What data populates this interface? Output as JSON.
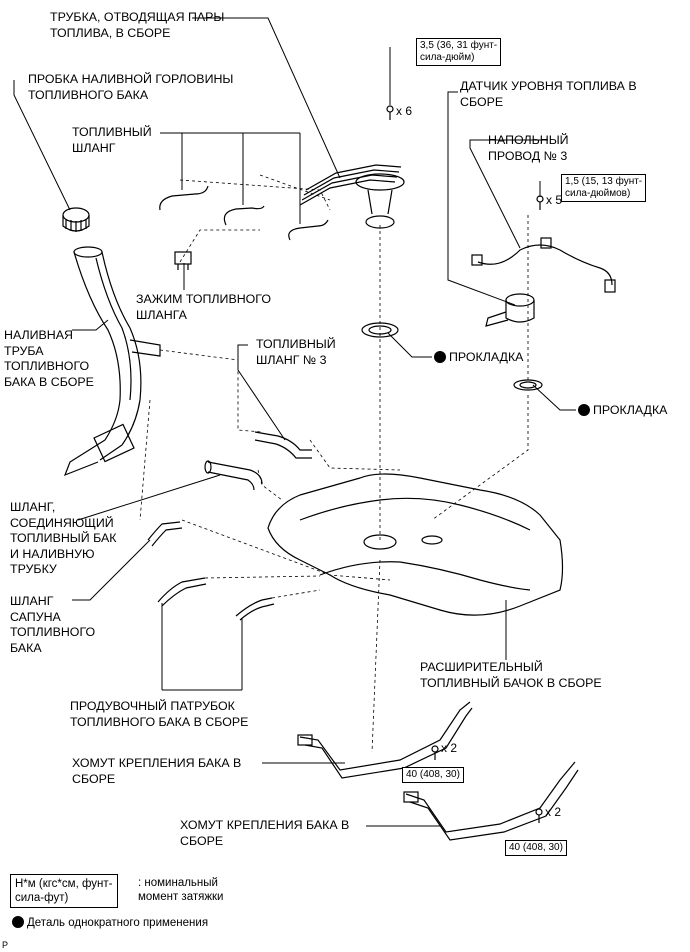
{
  "labels": {
    "vapor_tube": "ТРУБКА, ОТВОДЯЩАЯ ПАРЫ\nТОПЛИВА, В СБОРЕ",
    "filler_cap": "ПРОБКА НАЛИВНОЙ ГОРЛОВИНЫ\nТОПЛИВНОГО БАКА",
    "fuel_hose": "ТОПЛИВНЫЙ\nШЛАНГ",
    "hose_clamp": "ЗАЖИМ ТОПЛИВНОГО\nШЛАНГА",
    "filler_pipe": "НАЛИВНАЯ\nТРУБА\nТОПЛИВНОГО\nБАКА В СБОРЕ",
    "fuel_hose_3": "ТОПЛИВНЫЙ\nШЛАНГ № 3",
    "level_sensor": "ДАТЧИК УРОВНЯ ТОПЛИВА В\nСБОРЕ",
    "floor_wire": "НАПОЛЬНЫЙ\nПРОВОД № 3",
    "gasket_1": "ПРОКЛАДКА",
    "gasket_2": "ПРОКЛАДКА",
    "connecting_hose": "ШЛАНГ,\nСОЕДИНЯЮЩИЙ\nТОПЛИВНЫЙ БАК\nИ НАЛИВНУЮ\nТРУБКУ",
    "breather_hose": "ШЛАНГ\nСАПУНА\nТОПЛИВНОГО\nБАКА",
    "expansion_tank": "РАСШИРИТЕЛЬНЫЙ\nТОПЛИВНЫЙ БАЧОК В СБОРЕ",
    "purge_pipe": "ПРОДУВОЧНЫЙ ПАТРУБОК\nТОПЛИВНОГО БАКА В СБОРЕ",
    "tank_band_1": "ХОМУТ КРЕПЛЕНИЯ БАКА В\nСБОРЕ",
    "tank_band_2": "ХОМУТ КРЕПЛЕНИЯ БАКА В\nСБОРЕ"
  },
  "torque": {
    "vapor_tube": "3,5 (36, 31 фунт-\nсила-дюйм)",
    "level_sensor": "1,5 (15, 13 фунт-\nсила-дюймов)",
    "band_1": "40 (408, 30)",
    "band_2": "40 (408, 30)"
  },
  "qty": {
    "vapor_tube": "x 6",
    "level_sensor": "x 5",
    "band_1": "x 2",
    "band_2": "x 2"
  },
  "legend": {
    "unit": "Н*м (кгс*см, фунт-\nсила-фут)",
    "unit_desc": ": номинальный\nмомент затяжки",
    "single_use": "Деталь однократного применения",
    "corner": "P"
  }
}
